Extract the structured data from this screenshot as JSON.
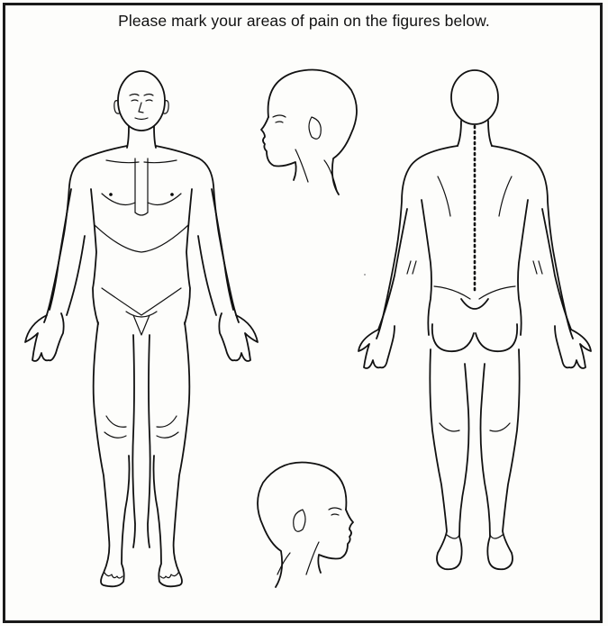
{
  "form": {
    "instruction": "Please mark your areas of pain on the figures below."
  },
  "colors": {
    "ink": "#111111",
    "paper": "#fdfdfb",
    "frame": "#1a1a1a"
  },
  "figures": [
    {
      "view": "front",
      "icon": "body-front-figure"
    },
    {
      "view": "back",
      "icon": "body-back-figure"
    },
    {
      "view": "head-right-side",
      "icon": "head-profile-right"
    },
    {
      "view": "head-left-side",
      "icon": "head-profile-left"
    }
  ]
}
